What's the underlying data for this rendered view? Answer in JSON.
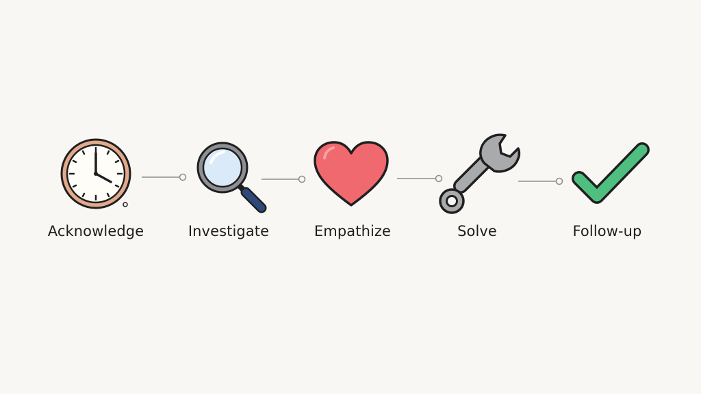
{
  "steps": [
    {
      "label": "Acknowledge",
      "icon": "clock-icon"
    },
    {
      "label": "Investigate",
      "icon": "magnifying-glass-icon"
    },
    {
      "label": "Empathize",
      "icon": "heart-icon"
    },
    {
      "label": "Solve",
      "icon": "wrench-icon"
    },
    {
      "label": "Follow-up",
      "icon": "checkmark-icon"
    }
  ],
  "colors": {
    "outline": "#1f1f1f",
    "clock_ring": "#e2a98c",
    "clock_face": "#fffdf8",
    "lens": "#dbeaf8",
    "handle": "#2f4a7a",
    "heart": "#f0696e",
    "wrench": "#a9aaac",
    "check": "#4fbf80",
    "connector": "#a8a8a8"
  }
}
